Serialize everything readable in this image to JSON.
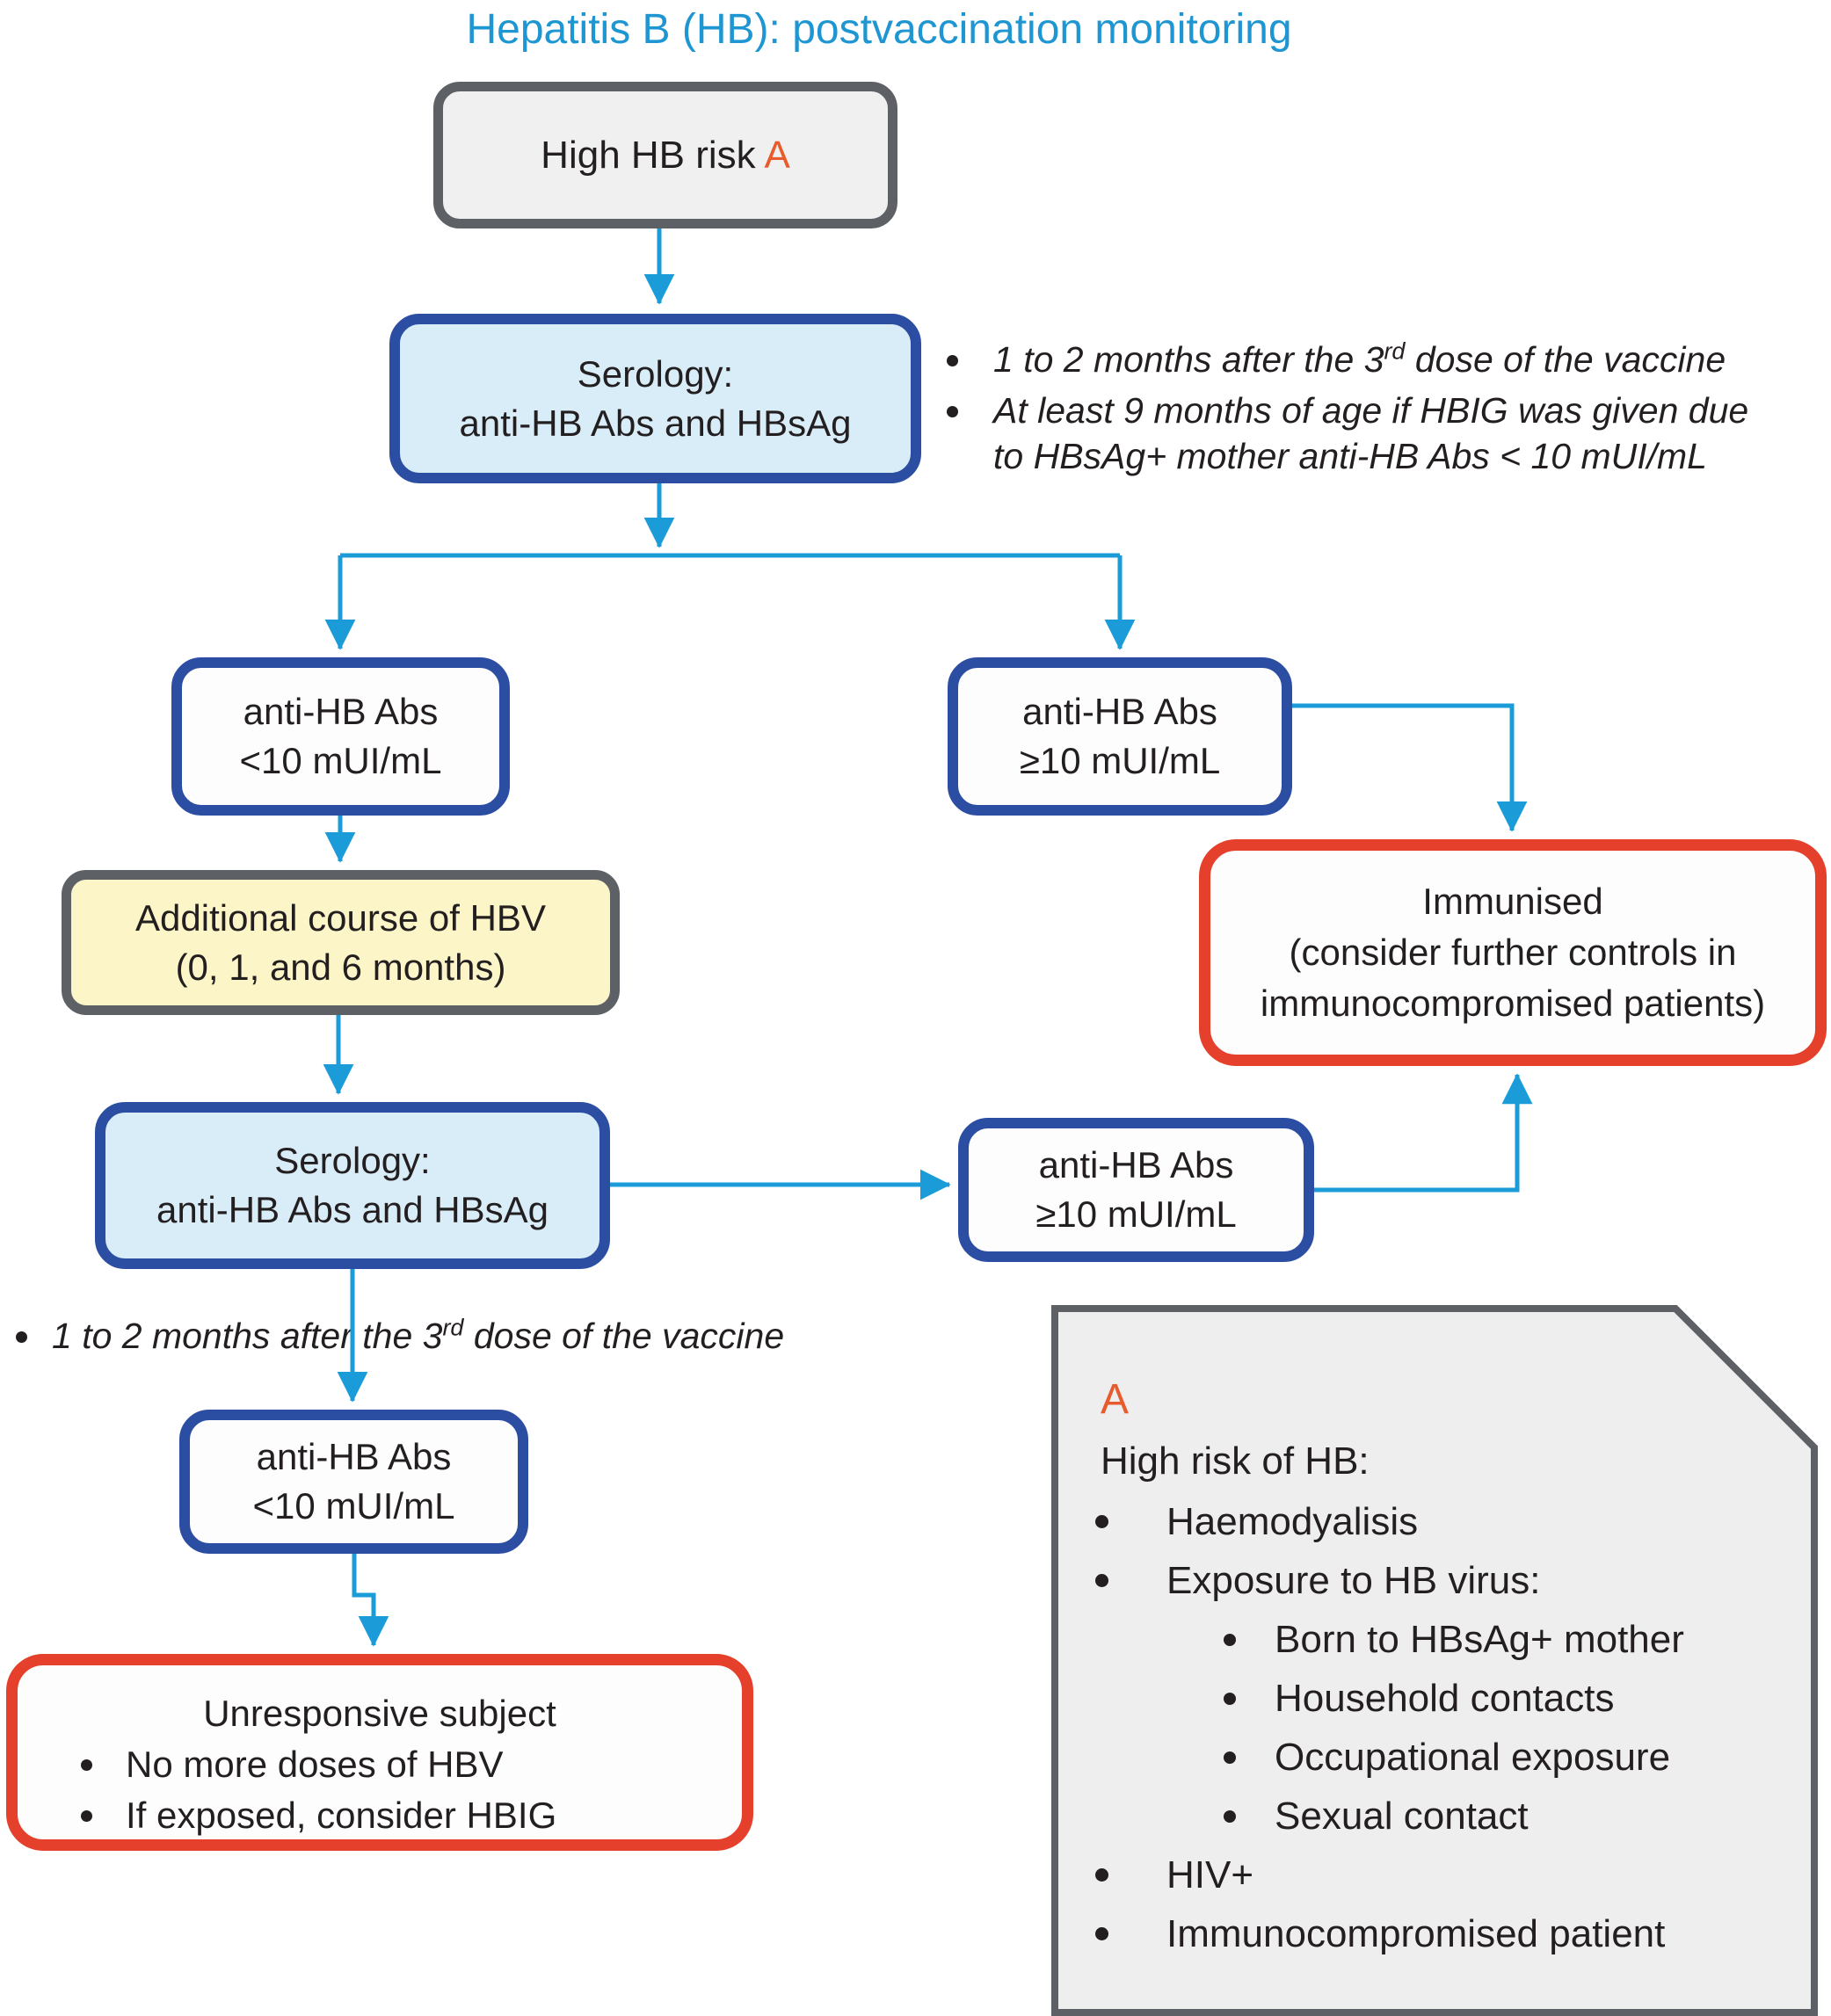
{
  "title": "Hepatitis B (HB): postvaccination monitoring",
  "colors": {
    "title_blue": "#1e96d2",
    "arrow_blue": "#1b9cd9",
    "box_border_blue": "#2b4da2",
    "box_border_red": "#e5402b",
    "box_border_gray": "#5d6166",
    "fill_light_blue": "#d9edf8",
    "fill_yellow": "#fbf5c8",
    "fill_gray": "#f0f0f0",
    "note_fill": "#efeeee",
    "accent_orange": "#e75b2d",
    "text": "#231f20"
  },
  "nodes": {
    "high_risk": {
      "text": "High HB risk ",
      "ref": "A"
    },
    "serology1": {
      "line1": "Serology:",
      "line2": "anti-HB Abs and HBsAg"
    },
    "low1": {
      "line1": "anti-HB Abs",
      "line2": "<10 mUI/mL"
    },
    "high1": {
      "line1": "anti-HB Abs",
      "line2": "≥10 mUI/mL"
    },
    "immunised": {
      "line1": "Immunised",
      "line2": "(consider further controls in",
      "line3": "immunocompromised patients)"
    },
    "additional": {
      "line1": "Additional course of HBV",
      "line2": "(0, 1, and 6 months)"
    },
    "serology2": {
      "line1": "Serology:",
      "line2": "anti-HB Abs and HBsAg"
    },
    "high2": {
      "line1": "anti-HB Abs",
      "line2": "≥10 mUI/mL"
    },
    "low2": {
      "line1": "anti-HB Abs",
      "line2": "<10 mUI/mL"
    },
    "unresponsive": {
      "title": "Unresponsive subject",
      "bullets": [
        "No more doses of HBV",
        "If exposed, consider HBIG"
      ]
    }
  },
  "annotations": {
    "serology1_bullet1": {
      "pre": "1 to 2 months after the 3",
      "sup": "rd",
      "post": " dose of the vaccine"
    },
    "serology1_bullet2": {
      "line1": "At least 9 months of age if HBIG was given due",
      "line2": "to HBsAg+ mother anti-HB Abs < 10 mUI/mL"
    },
    "serology2_bullet": {
      "pre": "1 to 2 months after the 3",
      "sup": "rd",
      "post": " dose of the vaccine"
    }
  },
  "note": {
    "marker": "A",
    "heading": "High risk of HB:",
    "items": [
      {
        "label": "Haemodyalisis",
        "level": 1
      },
      {
        "label": "Exposure to HB virus:",
        "level": 1
      },
      {
        "label": "Born to HBsAg+ mother",
        "level": 2
      },
      {
        "label": "Household contacts",
        "level": 2
      },
      {
        "label": "Occupational exposure",
        "level": 2
      },
      {
        "label": "Sexual contact",
        "level": 2
      },
      {
        "label": "HIV+",
        "level": 1
      },
      {
        "label": "Immunocompromised patient",
        "level": 1
      }
    ]
  }
}
